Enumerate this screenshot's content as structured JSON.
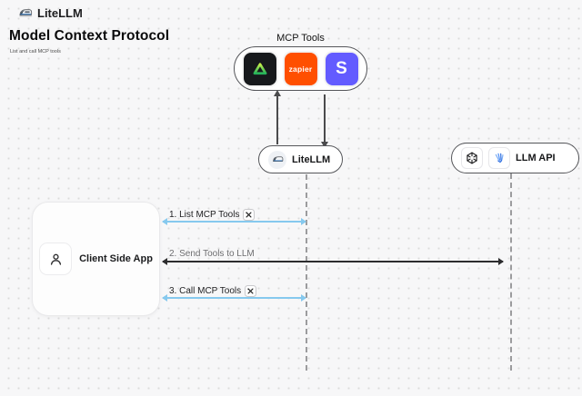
{
  "header": {
    "brand": "LiteLLM",
    "title": "Model Context Protocol",
    "subtitle": "List and call MCP tools"
  },
  "mcp_tools": {
    "label": "MCP Tools",
    "icons": [
      {
        "name": "green-triangle-tool"
      },
      {
        "name": "zapier",
        "label": "zapier"
      },
      {
        "name": "stripe",
        "label": "S"
      }
    ]
  },
  "nodes": {
    "litellm": {
      "label": "LiteLLM"
    },
    "llm_api": {
      "label": "LLM API"
    },
    "client": {
      "label": "Client Side App"
    }
  },
  "sequence": {
    "steps": [
      {
        "label": "1. List MCP Tools",
        "has_tool_icon": true
      },
      {
        "label": "2. Send Tools to LLM",
        "has_tool_icon": false
      },
      {
        "label": "3. Call MCP Tools",
        "has_tool_icon": true
      }
    ]
  },
  "colors": {
    "canvas_bg": "#f7f7f8",
    "dot_grid": "#dcdcdc",
    "node_border": "#55565a",
    "blue_arrow": "#86c9ee",
    "dark_arrow": "#2c2c2e",
    "lifeline": "#9c9c9e",
    "zapier_orange": "#ff4f00",
    "stripe_purple": "#635bff",
    "tool_tile_dark": "#17191c",
    "triangle_green_start": "#c6f04b",
    "triangle_green_end": "#25b35a"
  }
}
